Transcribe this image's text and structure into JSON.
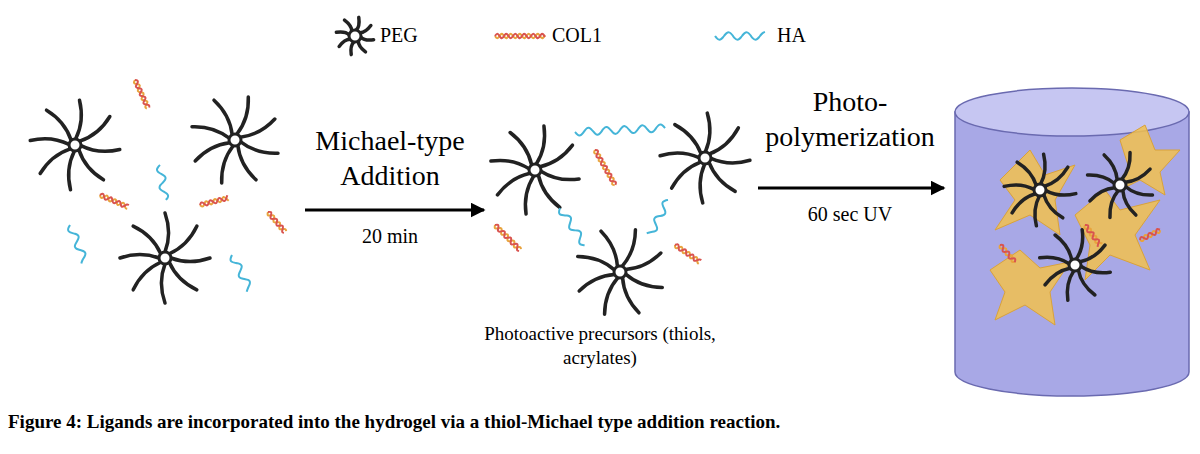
{
  "diagram": {
    "caption": "Figure 4: Ligands are incorporated into the hydrogel via a thiol-Michael type addition reaction.",
    "labels": [
      "Michael-type Addition",
      "20 min",
      "Photoactive precursors (thiols, acrylates)",
      "Photo- polymerization",
      "60 sec UV"
    ],
    "legend": [
      {
        "text": "PEG"
      },
      {
        "text": "COL1"
      },
      {
        "text": "HA"
      }
    ]
  }
}
